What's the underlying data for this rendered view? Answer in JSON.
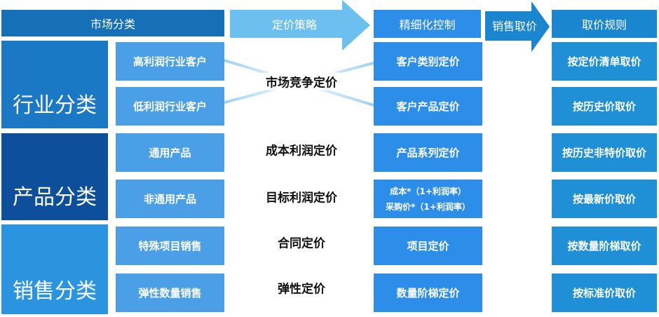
{
  "headers": {
    "market": "市场分类",
    "strategy": "定价策略",
    "control": "精细化控制",
    "sales": "销售取价",
    "rules": "取价规则"
  },
  "categories": [
    "行业分类",
    "产品分类",
    "销售分类"
  ],
  "sub_items": [
    "高利润行业客户",
    "低利润行业客户",
    "通用产品",
    "非通用产品",
    "特殊项目销售",
    "弹性数量销售"
  ],
  "strategies": [
    "市场竞争定价",
    "成本利润定价",
    "目标利润定价",
    "合同定价",
    "弹性定价"
  ],
  "controls": {
    "customer_type": "客户类别定价",
    "customer_product": "客户产品定价",
    "product_series": "产品系列定价",
    "formula_cost": "成本*（1+利润率）",
    "formula_purchase": "采购价*（1+利润率）",
    "project": "项目定价",
    "quantity_ladder": "数量阶梯定价"
  },
  "rules": [
    "按定价清单取价",
    "按历史价取价",
    "按历史非特价取价",
    "按最新价取价",
    "按数量阶梯取价",
    "按标准价取价"
  ],
  "colors": {
    "header_dark": "#1670b8",
    "strategy_arrow": "#6cc0ef",
    "control_header": "#2d8eea",
    "sales_arrow": "#1a86cf",
    "cat_industry": "#1a78c4",
    "cat_product": "#0d4f9a",
    "cat_sales": "#2a94e0"
  }
}
